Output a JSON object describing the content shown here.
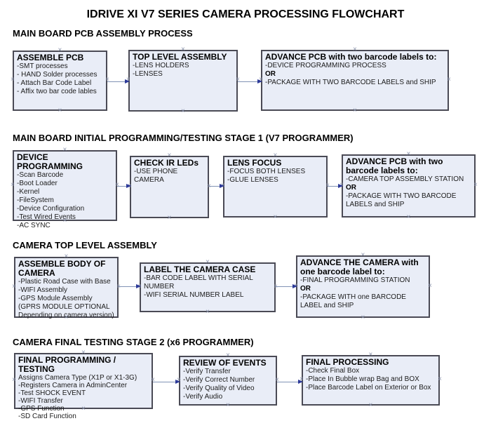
{
  "title": "IDRIVE XI V7 SERIES CAMERA PROCESSING FLOWCHART",
  "colors": {
    "box_fill": "#E9EDF7",
    "box_border": "#4A4A55",
    "arrow_line": "#8193B5",
    "arrow_head": "#2D3A99",
    "connector_marker": "#8A93AB",
    "text": "#000000"
  },
  "icons": {
    "connector_marker": "x-mark-icon",
    "connector_arrowhead": "right-arrowhead-icon"
  },
  "sections": [
    {
      "header": "MAIN BOARD PCB ASSEMBLY PROCESS",
      "boxes": [
        {
          "title": "ASSEMBLE PCB",
          "lines": [
            "-SMT processes",
            "- HAND Solder processes",
            "- Attach Bar Code Label",
            "- Affix two bar code lables"
          ]
        },
        {
          "title": "TOP LEVEL ASSEMBLY",
          "lines": [
            "-LENS HOLDERS",
            "-LENSES"
          ]
        },
        {
          "title": "ADVANCE PCB with two barcode labels to:",
          "lines": [
            "-DEVICE PROGRAMMING PROCESS",
            "OR",
            "-PACKAGE WITH TWO BARCODE LABELS and SHIP"
          ]
        }
      ]
    },
    {
      "header": "MAIN BOARD INITIAL PROGRAMMING/TESTING STAGE 1 (V7 PROGRAMMER)",
      "boxes": [
        {
          "title": "DEVICE PROGRAMMING",
          "lines": [
            "-Scan Barcode",
            "-Boot Loader",
            "-Kernel",
            "-FileSystem",
            "-Device Configuration",
            "-Test Wired Events",
            "-AC SYNC"
          ]
        },
        {
          "title": "CHECK IR LEDs",
          "lines": [
            "-USE PHONE CAMERA"
          ]
        },
        {
          "title": "LENS FOCUS",
          "lines": [
            "-FOCUS BOTH LENSES",
            "-GLUE LENSES"
          ]
        },
        {
          "title": "ADVANCE PCB with two barcode labels to:",
          "lines": [
            "-CAMERA TOP ASSEMBLY STATION",
            "OR",
            "-PACKAGE WITH TWO BARCODE LABELS and SHIP"
          ]
        }
      ]
    },
    {
      "header": "CAMERA TOP LEVEL ASSEMBLY",
      "boxes": [
        {
          "title": "ASSEMBLE BODY OF CAMERA",
          "lines": [
            "-Plastic Road Case with Base",
            "-WIFI Assembly",
            "-GPS Module Assembly",
            "(GPRS MODULE OPTIONAL Depending on camera version)"
          ]
        },
        {
          "title": "LABEL THE CAMERA CASE",
          "lines": [
            "-BAR CODE LABEL WITH SERIAL NUMBER",
            "-WIFI SERIAL NUMBER LABEL"
          ]
        },
        {
          "title": "ADVANCE THE CAMERA with one barcode label to:",
          "lines": [
            "-FINAL PROGRAMMING STATION",
            "OR",
            "-PACKAGE WITH one BARCODE LABEL and SHIP"
          ]
        }
      ]
    },
    {
      "header": "CAMERA FINAL TESTING STAGE 2 (x6 PROGRAMMER)",
      "boxes": [
        {
          "title": "FINAL PROGRAMMING / TESTING",
          "lines": [
            "Assigns Camera Type (X1P or X1-3G)",
            "-Registers Camera in AdminCenter",
            "-Test SHOCK EVENT",
            "-WIFI Transfer",
            "-GPS Function",
            "-SD Card Function"
          ]
        },
        {
          "title": "REVIEW OF EVENTS",
          "lines": [
            "-Verify Transfer",
            "-Verify Correct Number",
            "-Verify Quality of Video",
            "-Verify Audio"
          ]
        },
        {
          "title": "FINAL PROCESSING",
          "lines": [
            "-Check Final Box",
            "-Place In Bubble wrap Bag and BOX",
            "-Place Barcode Label on Exterior or Box"
          ]
        }
      ]
    }
  ]
}
